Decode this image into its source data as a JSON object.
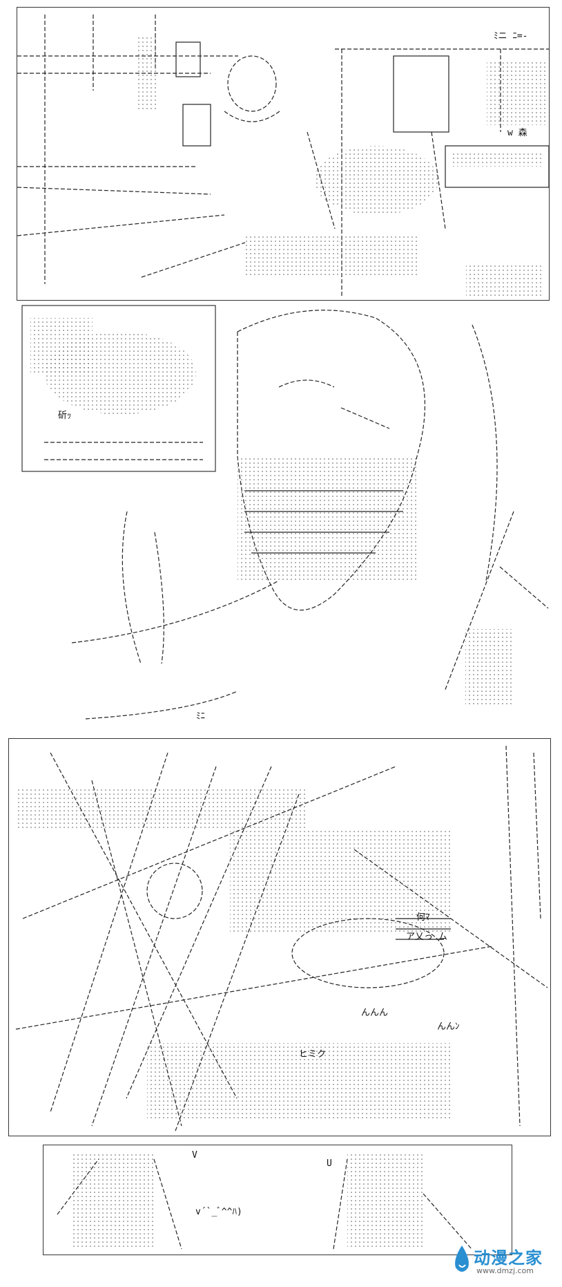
{
  "panel1": {
    "shop_sign": "w 森",
    "label_line": "ﾐニ ﾆ=-"
  },
  "panel2": {
    "inset_text": "斫ｯ",
    "caption_mark": "ﾐﾆ"
  },
  "panel3": {
    "sfx_1": "んんん",
    "sfx_2": "んんﾝ",
    "label_hiku": "ヒミク",
    "label_nani": "何ﾏ",
    "label_ax": "ア乂っ ム"
  },
  "panel4": {
    "glyph_u": "U",
    "glyph_v": "V",
    "face": "v´`_ﾞ^^ﾊ)"
  },
  "watermark": {
    "title": "动漫之家",
    "url": "www.dmzj.com",
    "accent": "#2a8fd1"
  }
}
